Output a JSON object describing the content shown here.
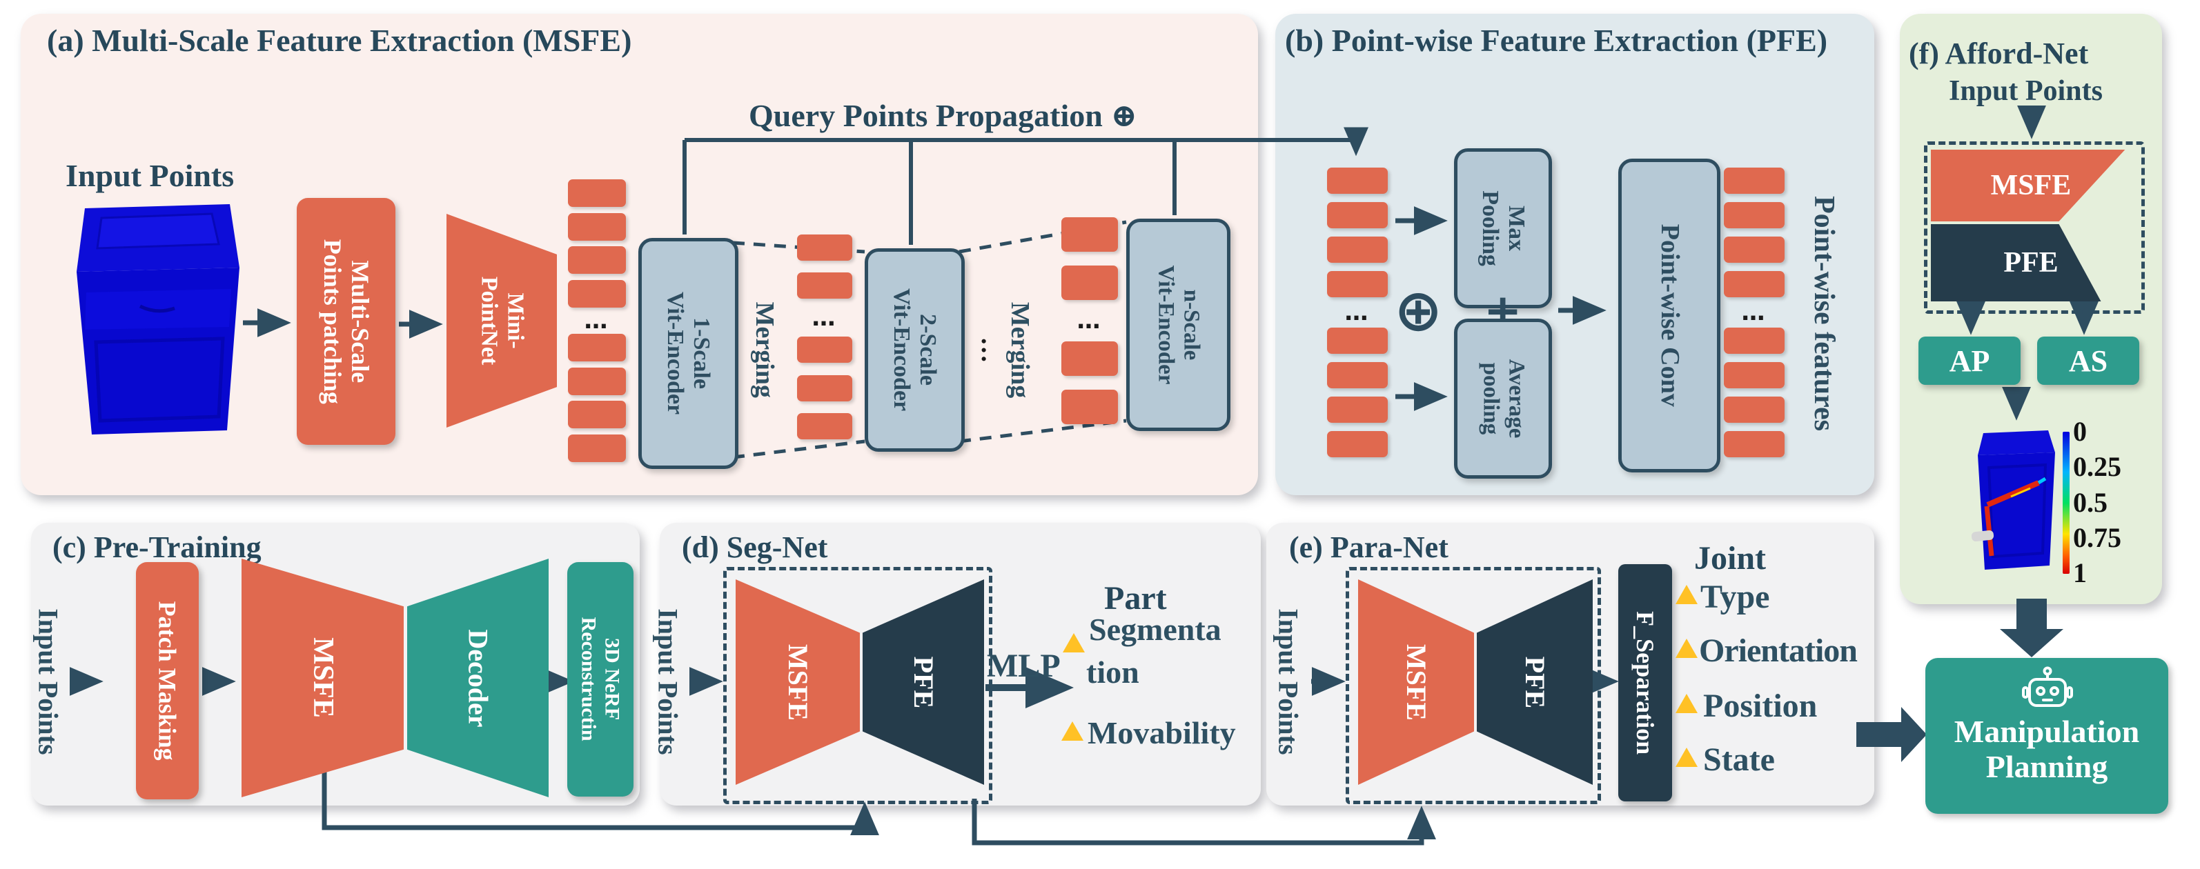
{
  "glyphs": {
    "hdots": "…",
    "oplus": "⊕",
    "plus": "+"
  },
  "a": {
    "title": "(a) Multi-Scale Feature Extraction (MSFE)",
    "input_points": "Input Points",
    "propagation": "Query Points Propagation ⊕",
    "patching1": "Multi-Scale",
    "patching2": "Points patching",
    "mini1": "Mini-",
    "mini2": "PointNet",
    "enc1a": "1-Scale",
    "enc1b": "Vit-Encoder",
    "enc2a": "2-Scale",
    "enc2b": "Vit-Encoder",
    "enc3a": "n-Scale",
    "enc3b": "Vit-Encoder",
    "merging": "Merging"
  },
  "b": {
    "title": "(b) Point-wise Feature Extraction (PFE)",
    "max1": "Max",
    "max2": "Pooling",
    "avg1": "Average",
    "avg2": "pooling",
    "conv": "Point-wise Conv",
    "features": "Point-wise features"
  },
  "c": {
    "title": "(c) Pre-Training",
    "input_points": "Input Points",
    "patch_masking": "Patch Masking",
    "msfe": "MSFE",
    "decoder": "Decoder",
    "nerf1": "3D NeRF",
    "nerf2": "Reconstructin"
  },
  "d": {
    "title": "(d) Seg-Net",
    "input_points": "Input Points",
    "msfe": "MSFE",
    "pfe": "PFE",
    "mlp": "MLP",
    "part": "Part",
    "seg1": "Segmenta",
    "seg2": "tion",
    "movability": "Movability"
  },
  "e": {
    "title": "(e) Para-Net",
    "input_points": "Input Points",
    "msfe": "MSFE",
    "pfe": "PFE",
    "fsep": "F_Separation",
    "joint": "Joint",
    "items": [
      "Type",
      "Orientation",
      "Position",
      "State"
    ]
  },
  "f": {
    "title": "(f) Afford-Net",
    "input_points": "Input Points",
    "msfe": "MSFE",
    "pfe": "PFE",
    "ap": "AP",
    "as": "AS",
    "colorbar": [
      "0",
      "0.25",
      "0.5",
      "0.75",
      "1"
    ]
  },
  "mp": {
    "line1": "Manipulation",
    "line2": "Planning"
  },
  "colors": {
    "salmon": "#E0694F",
    "navy": "#253C4B",
    "line_slate": "#2E4D60",
    "teal": "#2E9C8D",
    "title_text": "#27485B",
    "panel_a_bg": "#FBF0ED",
    "panel_b_bg": "#E0E9ED",
    "panel_cde_bg": "#F2F2F3",
    "panel_f_bg": "#E5EFDB",
    "encoder_fill": "#B6C9D6",
    "bullet_yellow": "#FFC125",
    "cloud_blue": "#0909D0"
  }
}
